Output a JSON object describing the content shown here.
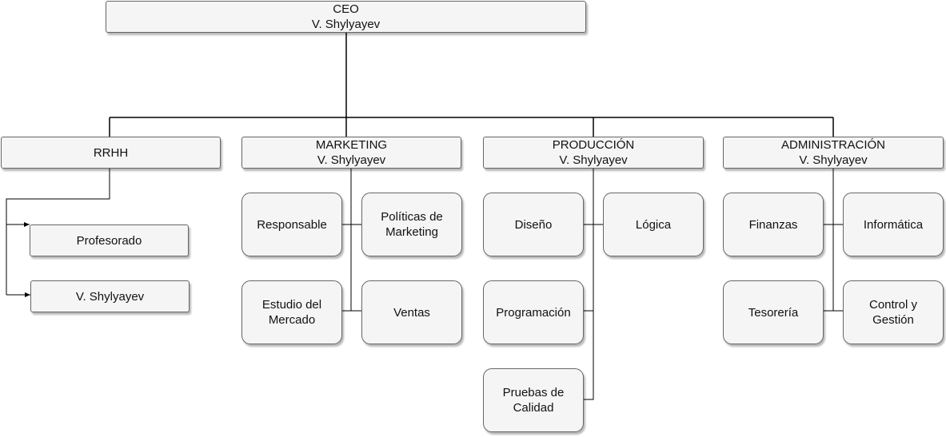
{
  "ceo": {
    "title": "CEO",
    "name": "V. Shylyayev"
  },
  "departments": [
    {
      "id": "rrhh",
      "title": "RRHH",
      "name": ""
    },
    {
      "id": "marketing",
      "title": "MARKETING",
      "name": "V. Shylyayev"
    },
    {
      "id": "produccion",
      "title": "PRODUCCIÓN",
      "name": "V. Shylyayev"
    },
    {
      "id": "administracion",
      "title": "ADMINISTRACIÓN",
      "name": "V. Shylyayev"
    }
  ],
  "rrhh_items": [
    "Profesorado",
    "V. Shylyayev"
  ],
  "marketing_items": [
    [
      "Responsable"
    ],
    [
      "Políticas de",
      "Marketing"
    ],
    [
      "Estudio del",
      "Mercado"
    ],
    [
      "Ventas"
    ]
  ],
  "produccion_items": [
    [
      "Diseño"
    ],
    [
      "Lógica"
    ],
    [
      "Programación"
    ],
    [
      "Pruebas de",
      "Calidad"
    ]
  ],
  "administracion_items": [
    [
      "Finanzas"
    ],
    [
      "Informática"
    ],
    [
      "Tesorería"
    ],
    [
      "Control y",
      "Gestión"
    ]
  ],
  "colors": {
    "box_fill": "#f5f5f5",
    "border": "#666666",
    "line": "#000000"
  }
}
